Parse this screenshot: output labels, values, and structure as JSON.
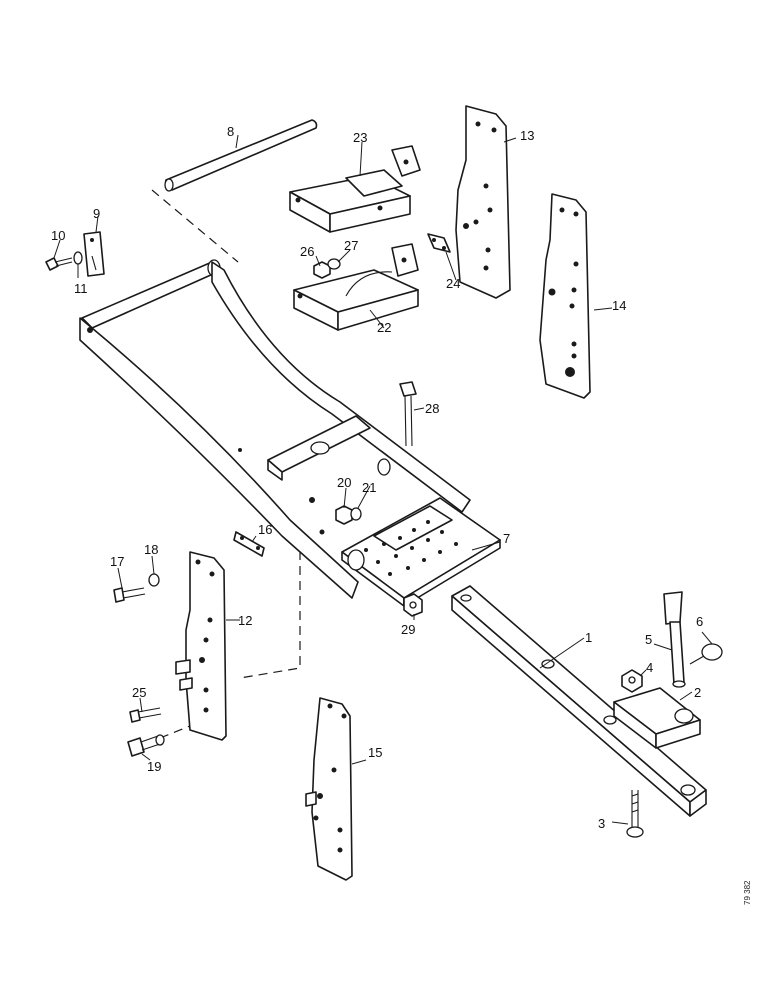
{
  "callouts": [
    "1",
    "2",
    "3",
    "4",
    "5",
    "6",
    "7",
    "8",
    "9",
    "10",
    "11",
    "12",
    "13",
    "14",
    "15",
    "16",
    "17",
    "18",
    "19",
    "20",
    "21",
    "22",
    "23",
    "24",
    "25",
    "26",
    "27",
    "28",
    "29"
  ],
  "drawing_ref": "79 382"
}
